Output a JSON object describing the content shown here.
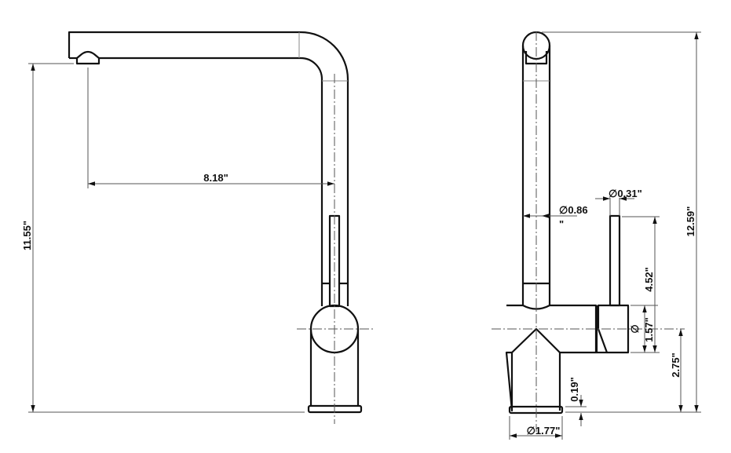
{
  "drawing": {
    "subject": "Kitchen faucet technical drawing",
    "units": "inches",
    "views": [
      {
        "name": "side-view",
        "dimensions": {
          "spout_reach": "8.18\"",
          "spout_height": "11.55\""
        }
      },
      {
        "name": "front-view",
        "dimensions": {
          "overall_height": "12.59\"",
          "spout_diameter_value": "∅0.86",
          "spout_diameter_unit": "\"",
          "handle_diameter": "∅0.31\"",
          "handle_height": "4.52\"",
          "body_diameter_symbol": "∅",
          "body_diameter": "1.57\"",
          "body_center_height": "2.75\"",
          "base_thickness": "0.19\"",
          "base_diameter": "∅1.77\""
        }
      }
    ]
  },
  "colors": {
    "outline": "#111111",
    "dimension_line": "#555555",
    "background": "#ffffff"
  }
}
